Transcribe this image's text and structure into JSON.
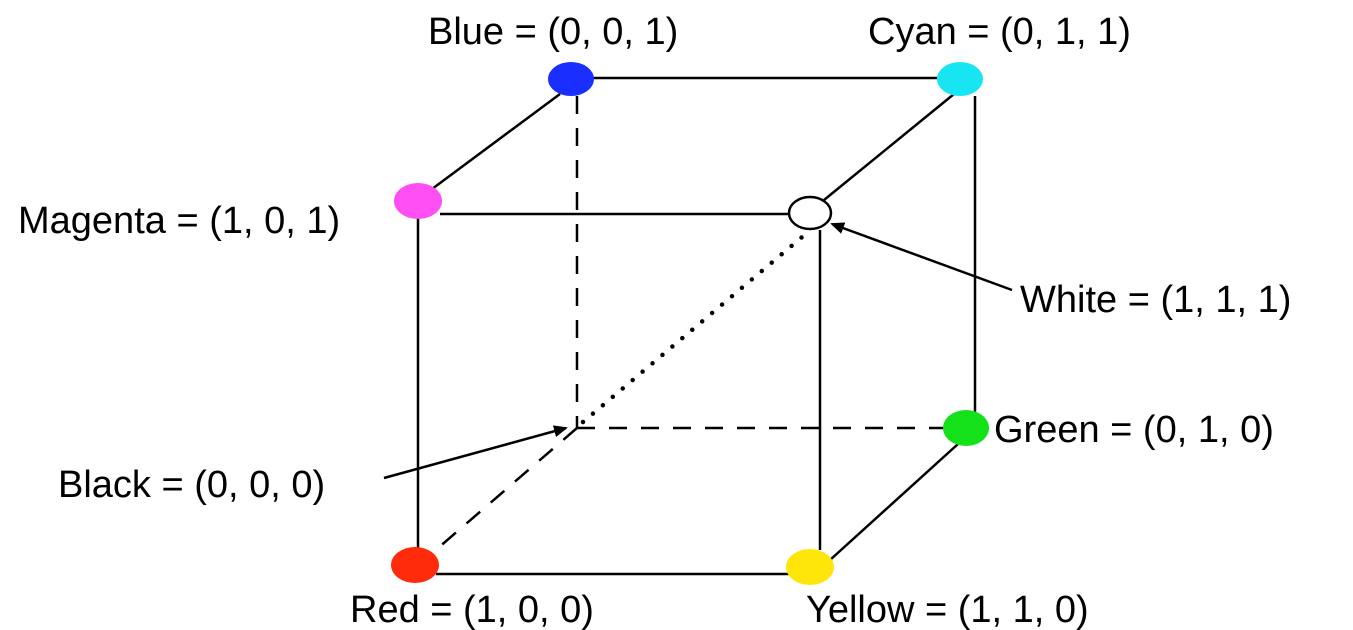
{
  "vertices": {
    "blue": {
      "label": "Blue = (0, 0, 1)",
      "color": "#1a2fff"
    },
    "cyan": {
      "label": "Cyan = (0, 1, 1)",
      "color": "#17e6f2"
    },
    "magenta": {
      "label": "Magenta = (1, 0, 1)",
      "color": "#ff4ff2"
    },
    "white": {
      "label": "White = (1, 1, 1)",
      "color": "#ffffff"
    },
    "black": {
      "label": "Black = (0, 0, 0)",
      "color": "#000000"
    },
    "green": {
      "label": "Green = (0, 1, 0)",
      "color": "#14e11a"
    },
    "red": {
      "label": "Red = (1, 0, 0)",
      "color": "#ff2b0a"
    },
    "yellow": {
      "label": "Yellow = (1, 1, 0)",
      "color": "#ffe60a"
    }
  }
}
